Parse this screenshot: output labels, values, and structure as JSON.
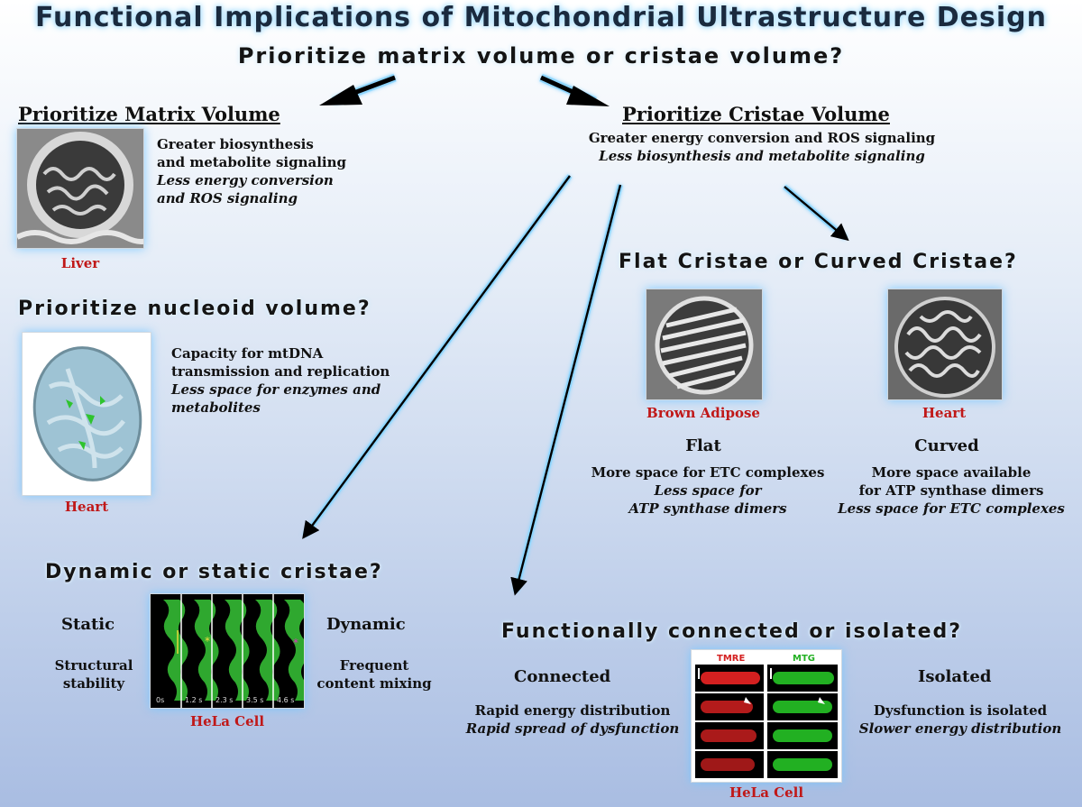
{
  "title": "Functional Implications of Mitochondrial Ultrastructure Design",
  "q_main": "Prioritize matrix volume or cristae volume?",
  "matrix": {
    "heading": "Prioritize Matrix Volume",
    "l1": "Greater biosynthesis",
    "l2": "and metabolite signaling",
    "l3": "Less energy conversion",
    "l4": "and ROS signaling",
    "caption": "Liver"
  },
  "cristae": {
    "heading": "Prioritize Cristae Volume",
    "l1": "Greater energy conversion and ROS signaling",
    "l2": "Less biosynthesis and metabolite signaling"
  },
  "nucleoid": {
    "question": "Prioritize nucleoid volume?",
    "l1": "Capacity for mtDNA",
    "l2": "transmission and replication",
    "l3": "Less space for enzymes and",
    "l4": "metabolites",
    "caption": "Heart"
  },
  "flatcurved": {
    "question": "Flat Cristae or Curved Cristae?",
    "flat_caption": "Brown Adipose",
    "curved_caption": "Heart",
    "flat_title": "Flat",
    "flat_l1": "More space for  ETC complexes",
    "flat_l2": "Less space for",
    "flat_l3": "ATP synthase dimers",
    "curved_title": "Curved",
    "curved_l1": "More space available",
    "curved_l2": "for ATP synthase dimers",
    "curved_l3": "Less space for ETC complexes"
  },
  "dynamic": {
    "question": "Dynamic or static cristae?",
    "static_title": "Static",
    "static_l1": "Structural",
    "static_l2": "stability",
    "dynamic_title": "Dynamic",
    "dynamic_l1": "Frequent",
    "dynamic_l2": "content mixing",
    "caption": "HeLa Cell",
    "times": [
      "0s",
      "1.2 s",
      "2.3 s",
      "3.5 s",
      "4.6 s"
    ]
  },
  "connected": {
    "question": "Functionally connected or isolated?",
    "conn_title": "Connected",
    "conn_l1": "Rapid energy distribution",
    "conn_l2": "Rapid spread of dysfunction",
    "iso_title": "Isolated",
    "iso_l1": "Dysfunction is isolated",
    "iso_l2": "Slower energy distribution",
    "tmre_label": "TMRE",
    "mtg_label": "MTG",
    "caption": "HeLa Cell"
  },
  "colors": {
    "caption_red": "#c01818",
    "glow": "#7fd0ff",
    "tmre": "#d42020",
    "mtg": "#22b022"
  }
}
